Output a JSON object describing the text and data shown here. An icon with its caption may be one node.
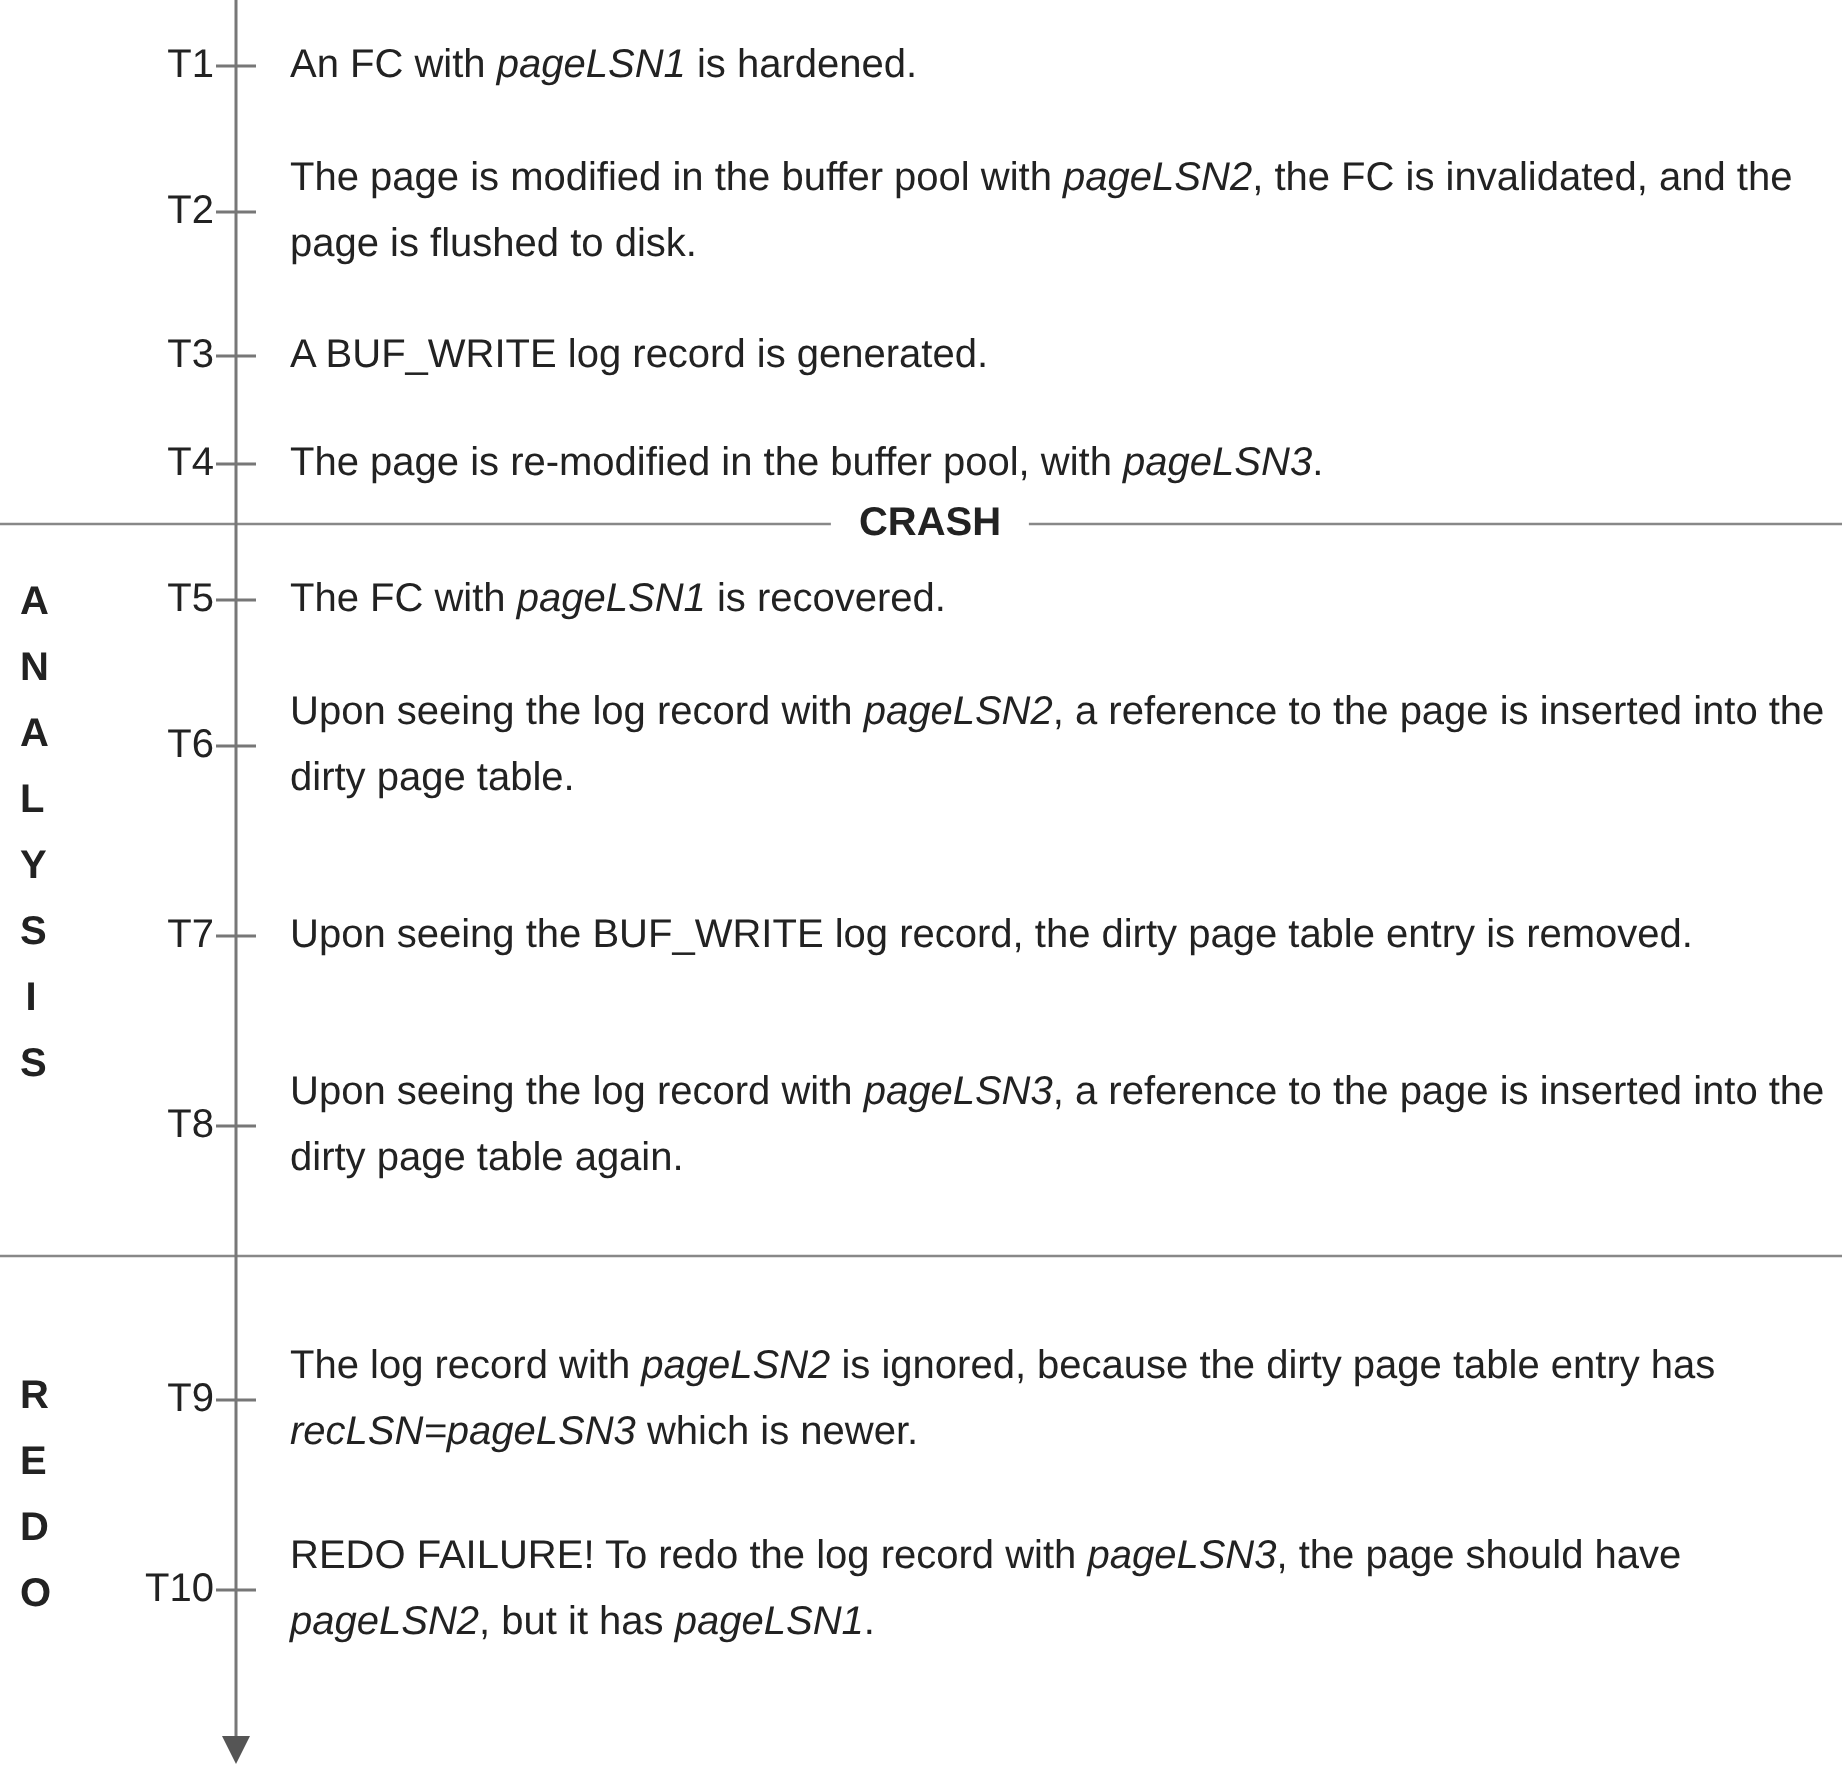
{
  "diagram": {
    "labels": [
      "T1",
      "An FC with *pageLSN1* is hardened.",
      "T2",
      "The page is modified in the buffer pool with *pageLSN2*, the FC is invalidated, and the page is flushed to disk.",
      "T3",
      "A BUF_WRITE log record is generated.",
      "T4",
      "The page is re-modified in the buffer pool, with *pageLSN3*.",
      "CRASH",
      "ANALYSIS",
      "T5",
      "The FC with *pageLSN1* is recovered.",
      "T6",
      "Upon seeing the log record with *pageLSN2*, a reference to the page is inserted into the dirty page table.",
      "T7",
      "Upon seeing the BUF_WRITE log record, the dirty page table entry is removed.",
      "T8",
      "Upon seeing the log record with *pageLSN3*, a reference to the page is inserted into the dirty page table again.",
      "REDO",
      "T9",
      "The log record with *pageLSN2* is ignored, because the dirty page table entry has *recLSN=pageLSN3* which is newer.",
      "T10",
      "REDO FAILURE! To redo the log record with *pageLSN3*, the page should have *pageLSN2*, but it has *pageLSN1*."
    ]
  }
}
